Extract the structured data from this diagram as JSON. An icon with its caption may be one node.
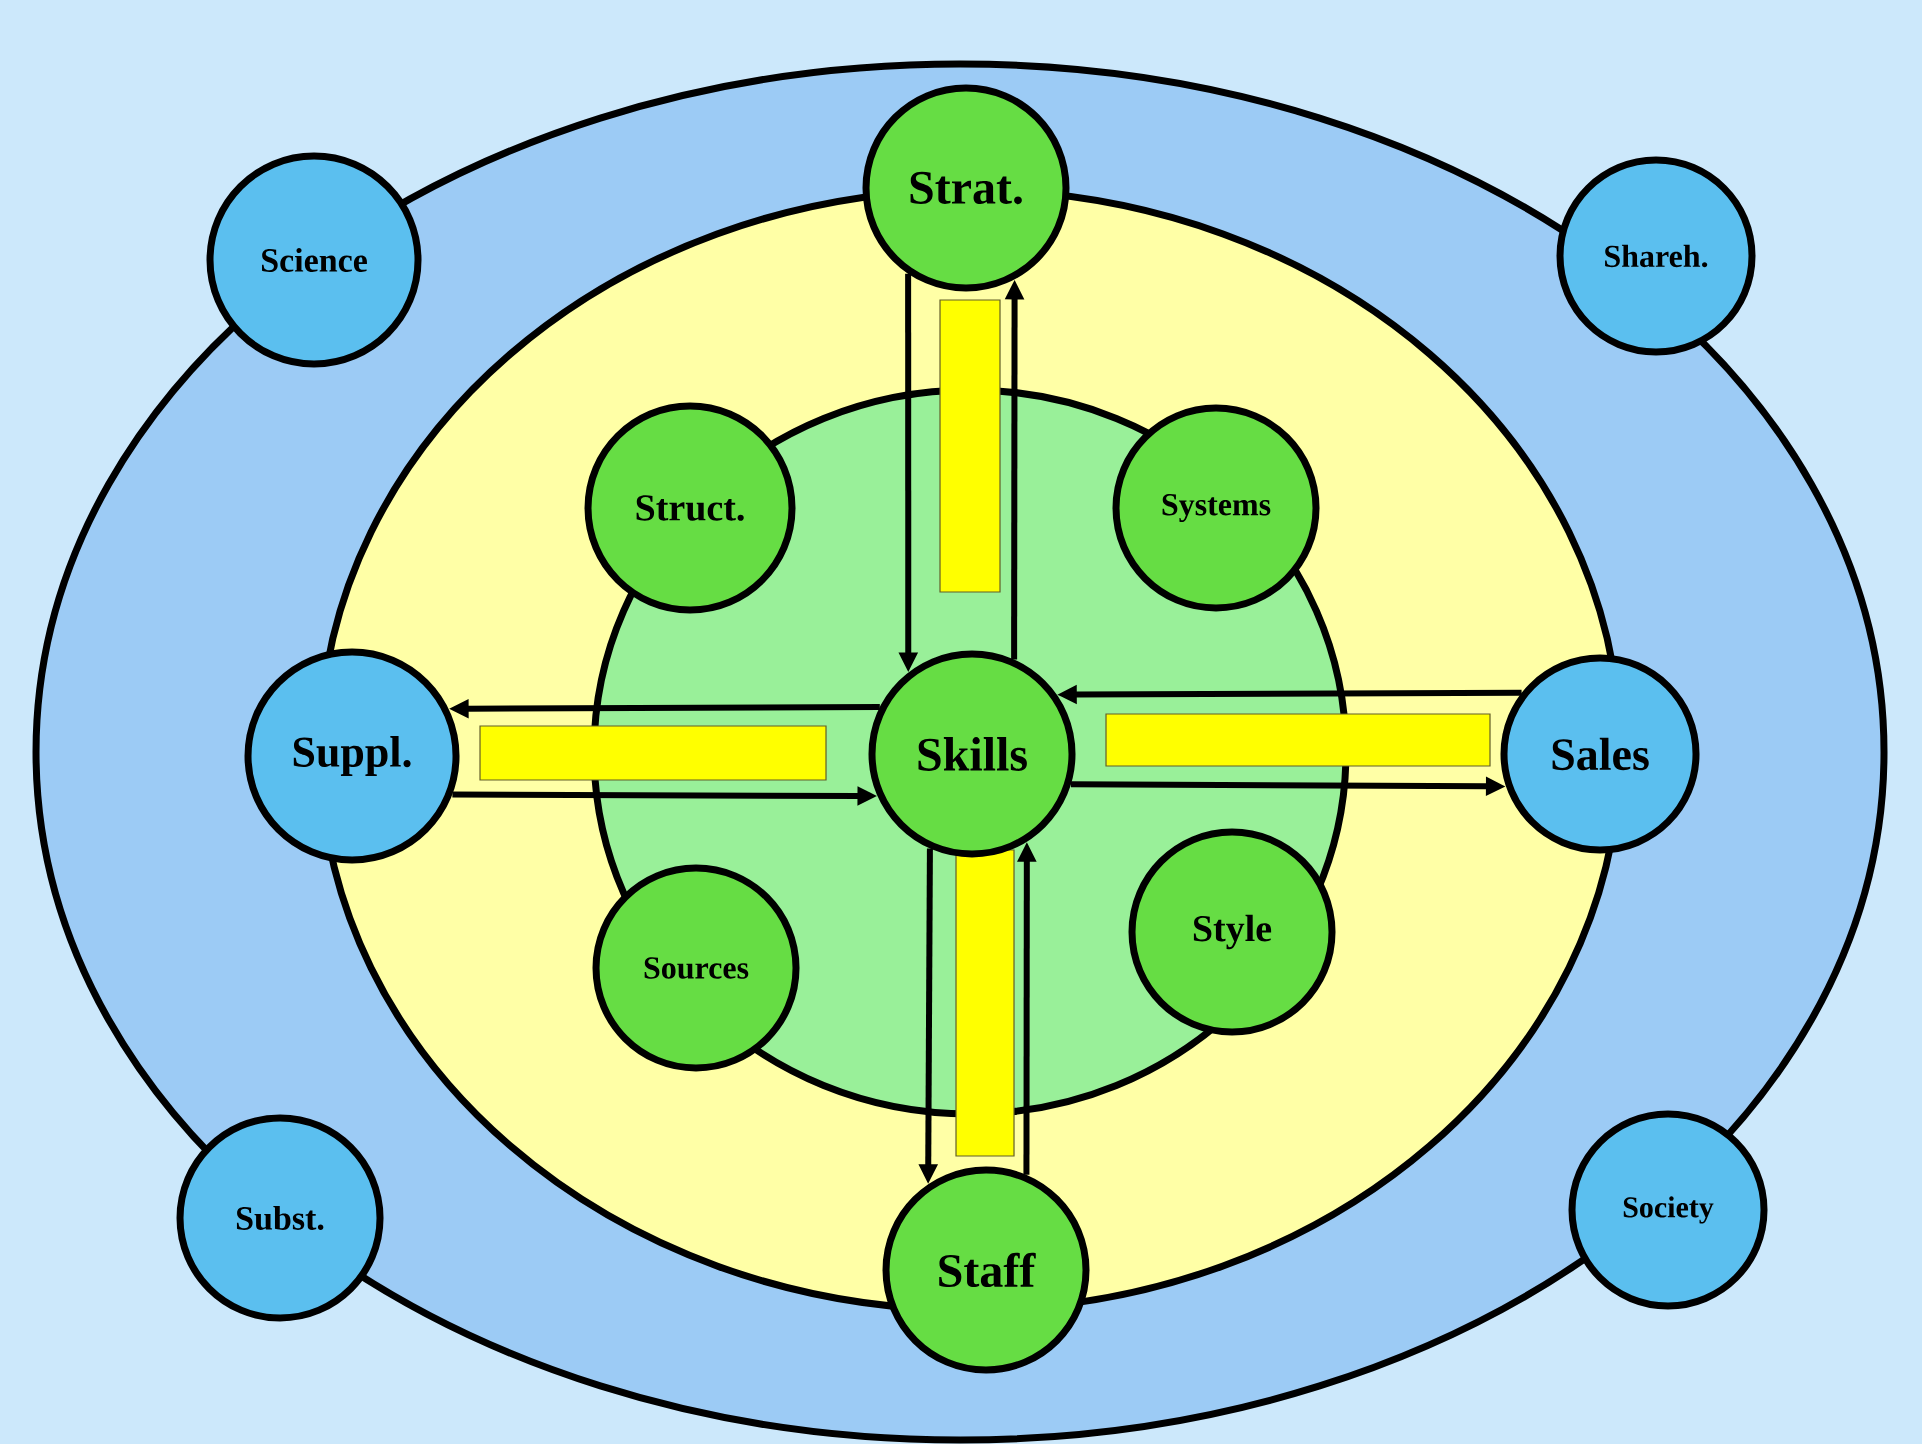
{
  "diagram": {
    "nodes": [
      {
        "text": [
          "Science"
        ]
      },
      {
        "text": [
          "Strat."
        ]
      },
      {
        "text": [
          "Shareh."
        ]
      },
      {
        "text": [
          "Struct."
        ]
      },
      {
        "text": [
          "Systems"
        ]
      },
      {
        "text": [
          "Suppl."
        ]
      },
      {
        "text": [
          "Skills"
        ]
      },
      {
        "text": [
          "Sales"
        ]
      },
      {
        "text": [
          "Sources"
        ]
      },
      {
        "text": [
          "Style"
        ]
      },
      {
        "text": [
          "Subst."
        ]
      },
      {
        "text": [
          "Staff"
        ]
      },
      {
        "text": [
          "Society"
        ]
      }
    ],
    "edges": [
      {
        "from": 1,
        "to": 6,
        "arrow": "to"
      },
      {
        "from": 6,
        "to": 1,
        "arrow": "to"
      },
      {
        "from": 6,
        "to": 5,
        "arrow": "to"
      },
      {
        "from": 5,
        "to": 6,
        "arrow": "to"
      },
      {
        "from": 7,
        "to": 6,
        "arrow": "to"
      },
      {
        "from": 6,
        "to": 7,
        "arrow": "to"
      },
      {
        "from": 6,
        "to": 11,
        "arrow": "to"
      },
      {
        "from": 11,
        "to": 6,
        "arrow": "to"
      }
    ]
  }
}
